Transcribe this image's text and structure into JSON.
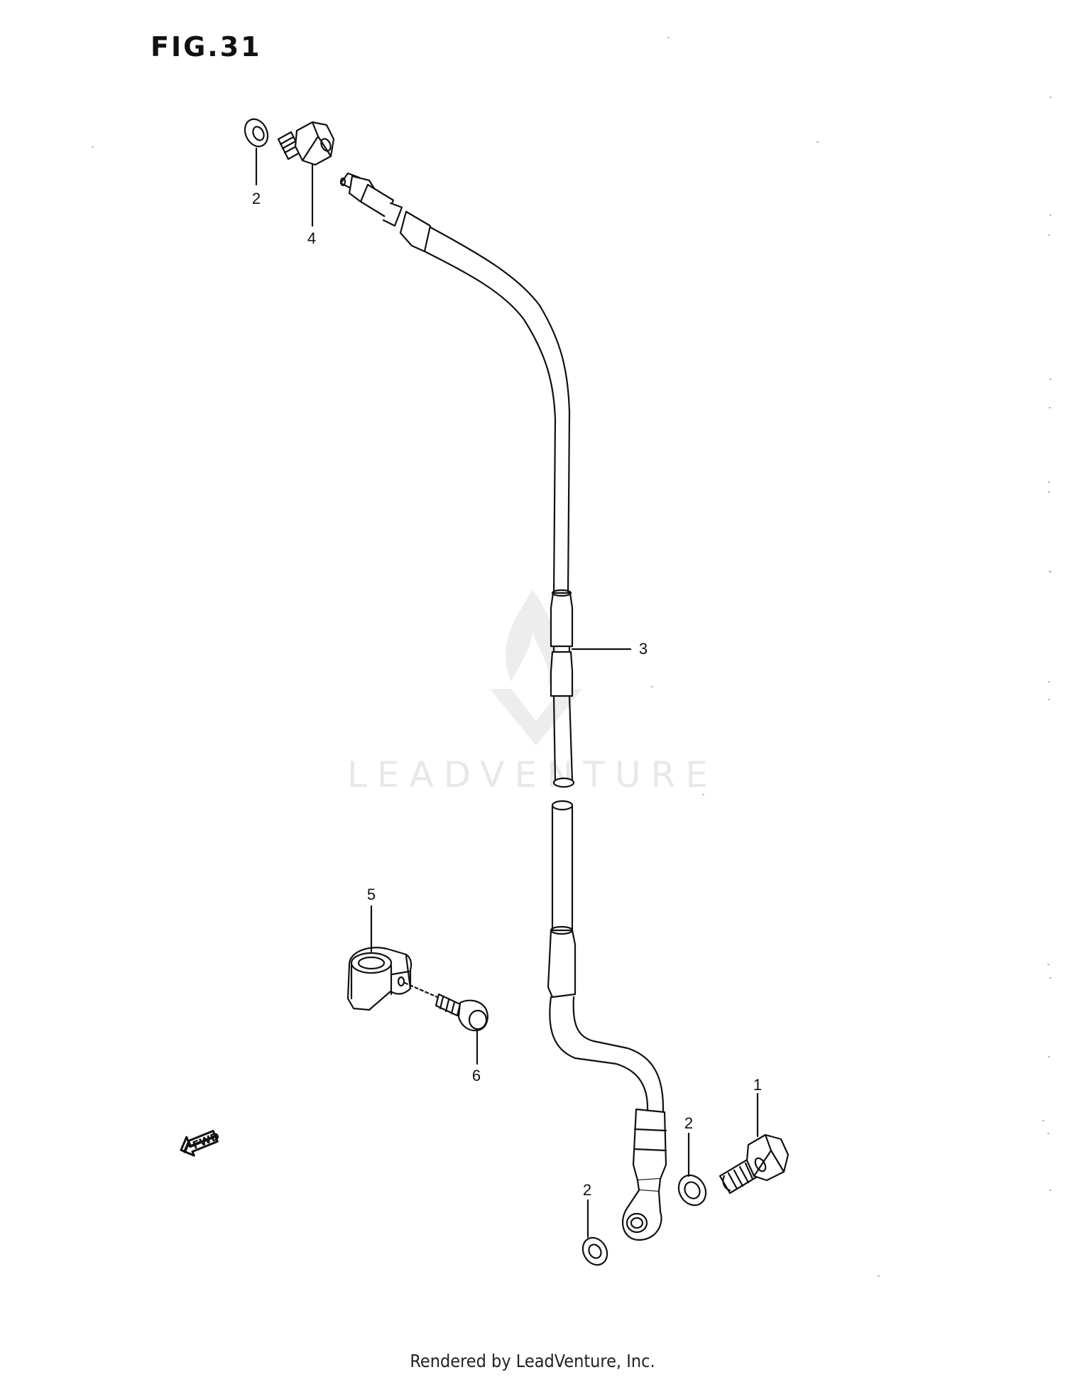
{
  "figure": {
    "title": "FIG.31"
  },
  "callouts": {
    "p1": "1",
    "p2_top": "2",
    "p2_mid": "2",
    "p2_bottom": "2",
    "p3": "3",
    "p4": "4",
    "p5": "5",
    "p6": "6"
  },
  "direction_badge": {
    "label": "FWD"
  },
  "watermark": {
    "text": "LEADVENTURE"
  },
  "footer": {
    "text": "Rendered by LeadVenture, Inc."
  },
  "colors": {
    "line": "#111111",
    "watermark": "#e8e8e8"
  }
}
